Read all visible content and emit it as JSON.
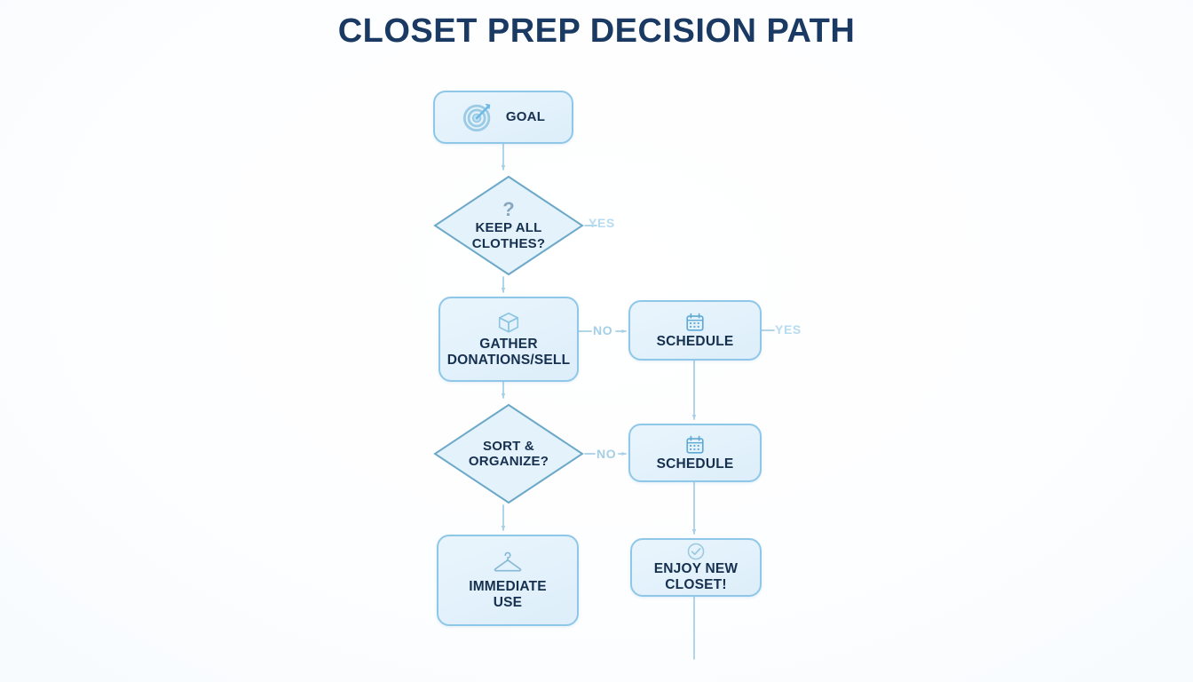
{
  "page": {
    "title": "CLOSET PREP DECISION PATH",
    "background_color": "#ffffff",
    "title_color": "#1b3a63",
    "node_fill": "#e4f2fb",
    "node_border": "#8fc7e8",
    "node_text_color": "#16304f",
    "connector_color": "#a8cfe6",
    "yes_label_color": "#b6dcf0",
    "no_label_color": "#a5cfe6"
  },
  "flowchart": {
    "type": "decision-flowchart",
    "nodes": [
      {
        "id": "goal",
        "shape": "rounded-rect",
        "label": "GOAL",
        "icon": "target-icon"
      },
      {
        "id": "keep",
        "shape": "diamond",
        "label": "KEEP ALL\nCLOTHES?",
        "icon": "question-mark-icon"
      },
      {
        "id": "gather",
        "shape": "rounded-rect",
        "label": "GATHER\nDONATIONS/SELL",
        "icon": "box-package-icon"
      },
      {
        "id": "schedule1",
        "shape": "rounded-rect",
        "label": "SCHEDULE",
        "icon": "calendar-icon"
      },
      {
        "id": "sort",
        "shape": "diamond",
        "label": "SORT &\nORGANIZE?",
        "icon": ""
      },
      {
        "id": "schedule2",
        "shape": "rounded-rect",
        "label": "SCHEDULE",
        "icon": "calendar-icon"
      },
      {
        "id": "immediate",
        "shape": "rounded-rect",
        "label": "IMMEDIATE\nUSE",
        "icon": "clothes-hanger-icon"
      },
      {
        "id": "enjoy",
        "shape": "rounded-rect",
        "label": "ENJOY NEW\nCLOSET!",
        "icon": "check-circle-icon"
      }
    ],
    "edges": [
      {
        "from": "goal",
        "to": "keep",
        "label": "",
        "direction": "down"
      },
      {
        "from": "keep",
        "to": "",
        "label": "YES",
        "direction": "right"
      },
      {
        "from": "keep",
        "to": "gather",
        "label": "",
        "direction": "down"
      },
      {
        "from": "gather",
        "to": "schedule1",
        "label": "NO",
        "direction": "right"
      },
      {
        "from": "schedule1",
        "to": "",
        "label": "YES",
        "direction": "right"
      },
      {
        "from": "gather",
        "to": "sort",
        "label": "",
        "direction": "down"
      },
      {
        "from": "sort",
        "to": "schedule2",
        "label": "NO",
        "direction": "right"
      },
      {
        "from": "sort",
        "to": "immediate",
        "label": "",
        "direction": "down"
      },
      {
        "from": "schedule1",
        "to": "schedule2",
        "label": "",
        "direction": "down"
      },
      {
        "from": "schedule2",
        "to": "enjoy",
        "label": "",
        "direction": "down"
      },
      {
        "from": "enjoy",
        "to": "",
        "label": "",
        "direction": "down"
      }
    ],
    "edge_labels": {
      "yes_1": "YES",
      "yes_2": "YES",
      "no_1": "NO",
      "no_2": "NO"
    }
  }
}
